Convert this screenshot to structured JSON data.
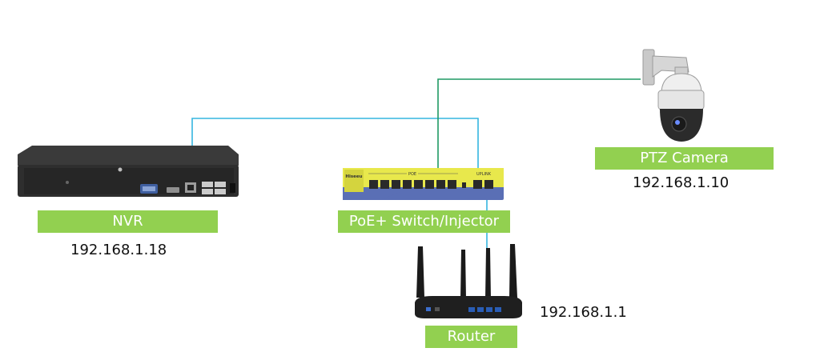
{
  "colors": {
    "label_bg": "#92d050",
    "cable_nvr": "#35b6df",
    "cable_camera": "#1f9a64",
    "cable_router": "#35b6df",
    "switch_face": "#e8e84c",
    "switch_body": "#5a6fb5"
  },
  "devices": {
    "nvr": {
      "label": "NVR",
      "ip": "192.168.1.18"
    },
    "switch": {
      "label": "PoE+ Switch/Injector",
      "poe_text": "POE",
      "uplink_text": "UPLINK",
      "brand_text": "Hiseeu"
    },
    "camera": {
      "label": "PTZ Camera",
      "ip": "192.168.1.10"
    },
    "router": {
      "label": "Router",
      "ip": "192.168.1.1"
    }
  }
}
